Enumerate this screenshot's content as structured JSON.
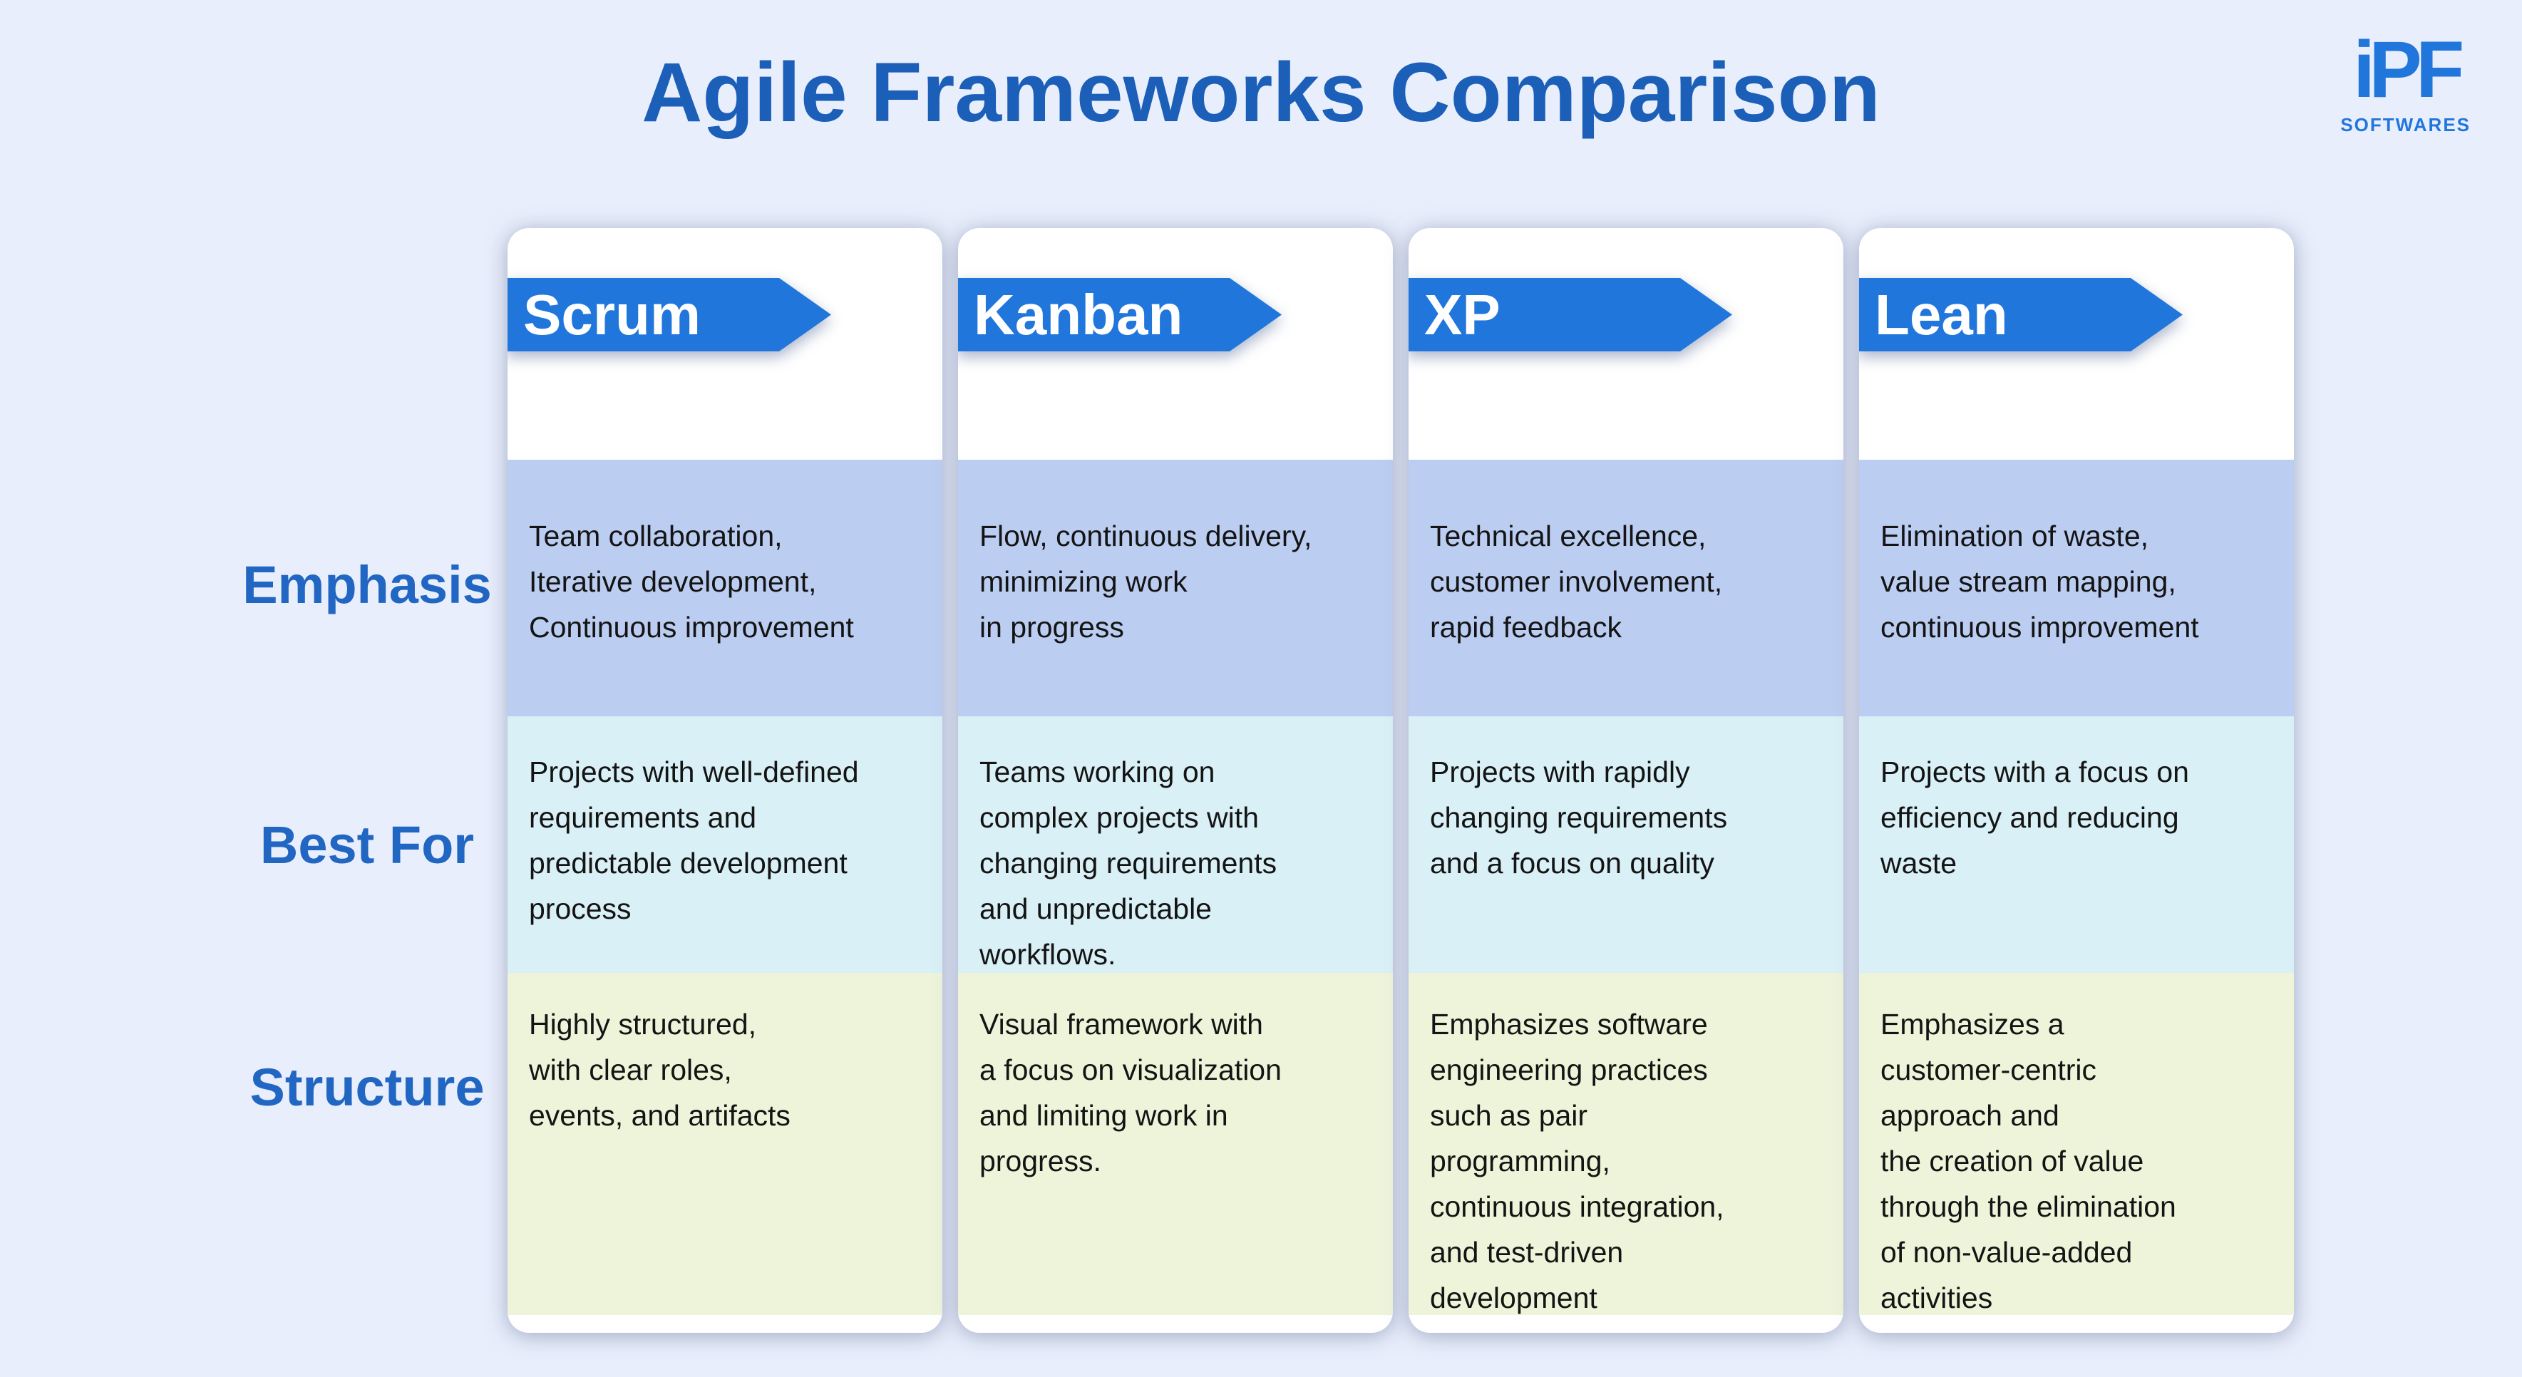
{
  "title": "Agile Frameworks Comparison",
  "logo": {
    "mark": "iPF",
    "subtext": "SOFTWARES"
  },
  "colors": {
    "background": "#e8eefb",
    "title_blue": "#1b5fb8",
    "row_label_blue": "#2166c2",
    "arrow_blue": "#2176dc",
    "card_bg": "#ffffff",
    "emphasis_row_bg": "#bccdf2",
    "best_for_row_bg": "#d9f0f6",
    "structure_row_bg": "#eef4da",
    "cell_text": "#141414"
  },
  "row_labels": [
    "Emphasis",
    "Best For",
    "Structure"
  ],
  "columns": [
    {
      "name": "Scrum",
      "emphasis": "Team collaboration,\nIterative development,\nContinuous improvement",
      "best_for": "Projects with well-defined\nrequirements and\npredictable development\nprocess",
      "structure": "Highly structured,\nwith clear roles,\nevents, and artifacts"
    },
    {
      "name": "Kanban",
      "emphasis": "Flow, continuous delivery,\nminimizing work\nin progress",
      "best_for": "Teams working on\ncomplex projects with\nchanging requirements\nand unpredictable\nworkflows.",
      "structure": "Visual framework with\na focus on visualization\nand limiting work in\nprogress."
    },
    {
      "name": "XP",
      "emphasis": "Technical excellence,\ncustomer involvement,\nrapid feedback",
      "best_for": "Projects with rapidly\nchanging requirements\nand a focus on quality",
      "structure": "Emphasizes software\nengineering practices\nsuch as pair\nprogramming,\ncontinuous integration,\nand test-driven\ndevelopment"
    },
    {
      "name": "Lean",
      "emphasis": "Elimination of waste,\nvalue stream mapping,\ncontinuous improvement",
      "best_for": "Projects with a focus on\nefficiency and reducing\nwaste",
      "structure": "Emphasizes a\ncustomer-centric\napproach and\nthe creation of value\nthrough the elimination\nof non-value-added\nactivities"
    }
  ]
}
